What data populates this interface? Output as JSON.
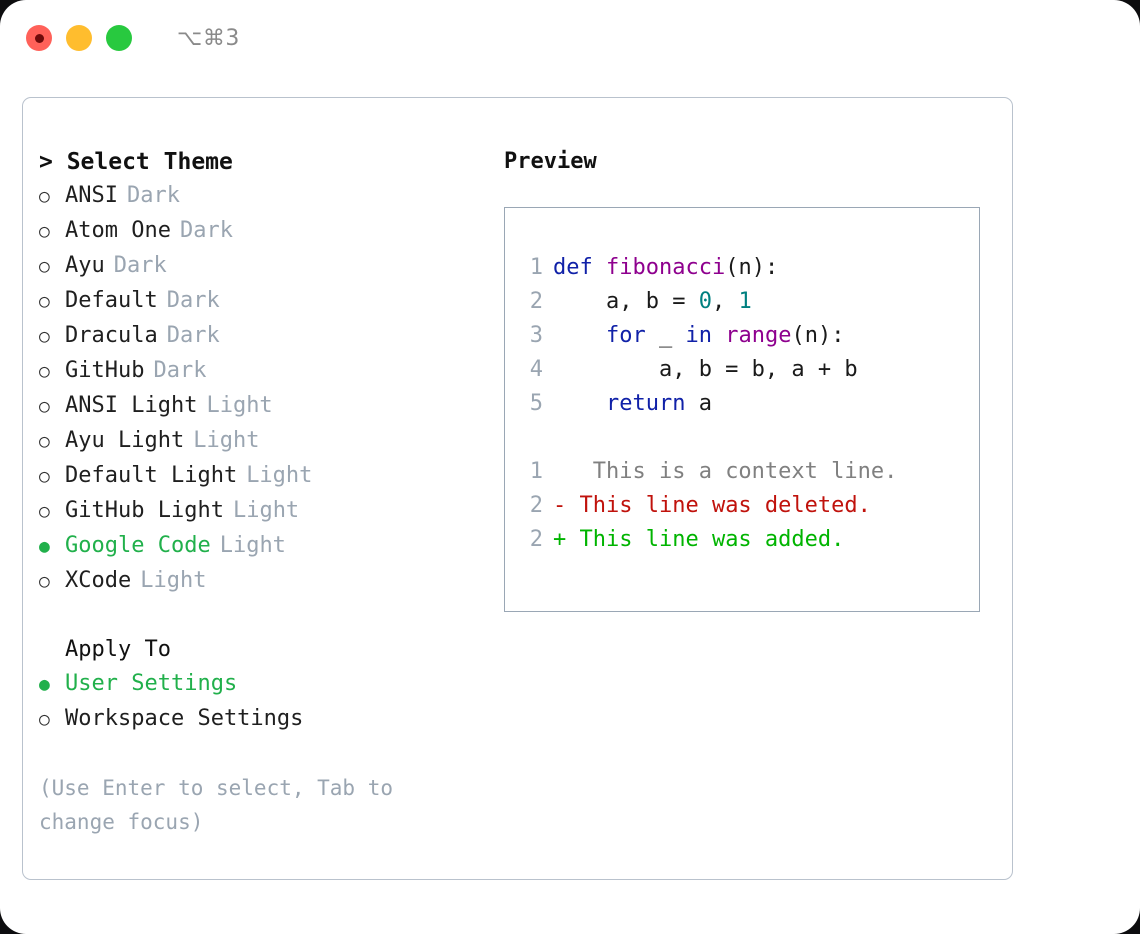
{
  "titlebar": {
    "shortcut": "⌥⌘3",
    "lights": [
      {
        "name": "close",
        "color": "#ff6159"
      },
      {
        "name": "minimize",
        "color": "#ffbd2e"
      },
      {
        "name": "zoom",
        "color": "#28c93f"
      }
    ]
  },
  "theme_picker": {
    "header": "> Select Theme",
    "options": [
      {
        "marker": "○",
        "label": "ANSI",
        "variant": "Dark",
        "selected": false
      },
      {
        "marker": "○",
        "label": "Atom One",
        "variant": "Dark",
        "selected": false
      },
      {
        "marker": "○",
        "label": "Ayu",
        "variant": "Dark",
        "selected": false
      },
      {
        "marker": "○",
        "label": "Default",
        "variant": "Dark",
        "selected": false
      },
      {
        "marker": "○",
        "label": "Dracula",
        "variant": "Dark",
        "selected": false
      },
      {
        "marker": "○",
        "label": "GitHub",
        "variant": "Dark",
        "selected": false
      },
      {
        "marker": "○",
        "label": "ANSI Light",
        "variant": "Light",
        "selected": false
      },
      {
        "marker": "○",
        "label": "Ayu Light",
        "variant": "Light",
        "selected": false
      },
      {
        "marker": "○",
        "label": "Default Light",
        "variant": "Light",
        "selected": false
      },
      {
        "marker": "○",
        "label": "GitHub Light",
        "variant": "Light",
        "selected": false
      },
      {
        "marker": "●",
        "label": "Google Code",
        "variant": "Light",
        "selected": true
      },
      {
        "marker": "○",
        "label": "XCode",
        "variant": "Light",
        "selected": false
      }
    ]
  },
  "apply_to": {
    "header": "Apply To",
    "options": [
      {
        "marker": "●",
        "label": "User Settings",
        "selected": true
      },
      {
        "marker": "○",
        "label": "Workspace Settings",
        "selected": false
      }
    ]
  },
  "hint": "(Use Enter to select, Tab to change focus)",
  "preview": {
    "title": "Preview",
    "code_lines": [
      {
        "number": "1",
        "tokens": [
          {
            "t": "def",
            "k": "kw"
          },
          {
            "t": " ",
            "k": "pl"
          },
          {
            "t": "fibonacci",
            "k": "fn"
          },
          {
            "t": "(n):",
            "k": "pl"
          }
        ]
      },
      {
        "number": "2",
        "tokens": [
          {
            "t": "    a, b = ",
            "k": "pl"
          },
          {
            "t": "0",
            "k": "num"
          },
          {
            "t": ", ",
            "k": "pl"
          },
          {
            "t": "1",
            "k": "num"
          }
        ]
      },
      {
        "number": "3",
        "tokens": [
          {
            "t": "    ",
            "k": "pl"
          },
          {
            "t": "for",
            "k": "kw"
          },
          {
            "t": " _ ",
            "k": "pl"
          },
          {
            "t": "in",
            "k": "kw"
          },
          {
            "t": " ",
            "k": "pl"
          },
          {
            "t": "range",
            "k": "fn"
          },
          {
            "t": "(n):",
            "k": "pl"
          }
        ]
      },
      {
        "number": "4",
        "tokens": [
          {
            "t": "        a, b = b, a + b",
            "k": "pl"
          }
        ]
      },
      {
        "number": "5",
        "tokens": [
          {
            "t": "    ",
            "k": "pl"
          },
          {
            "t": "return",
            "k": "kw"
          },
          {
            "t": " a",
            "k": "pl"
          }
        ]
      }
    ],
    "diff_lines": [
      {
        "number": "1",
        "sign": " ",
        "text": "  This is a context line.",
        "kind": "ctx"
      },
      {
        "number": "2",
        "sign": "-",
        "text": " This line was deleted.",
        "kind": "del"
      },
      {
        "number": "2",
        "sign": "+",
        "text": " This line was added.",
        "kind": "add"
      }
    ]
  },
  "colors": {
    "accent_green": "#21b04b",
    "muted": "#9aa5b1",
    "keyword": "#1021a8",
    "function": "#8e008e",
    "number": "#008080",
    "diff_deleted": "#c0120c",
    "diff_added": "#00b400",
    "diff_context": "#808080",
    "panel_border": "#b9c2cd",
    "preview_border": "#9aa7b5"
  }
}
